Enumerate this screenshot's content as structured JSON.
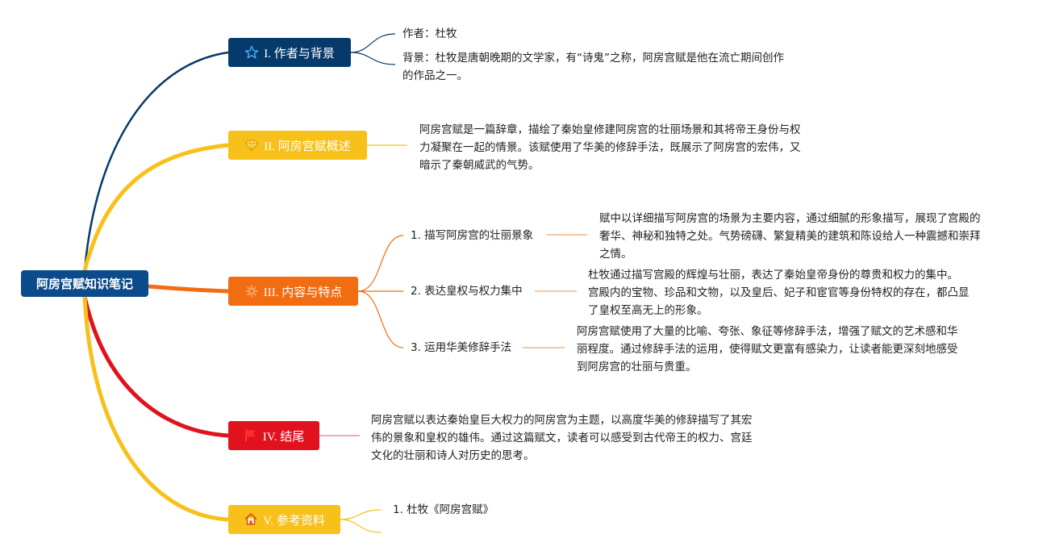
{
  "root": {
    "label": "阿房宫赋知识笔记"
  },
  "branches": [
    {
      "label": "I. 作者与背景",
      "icon": "star-icon"
    },
    {
      "label": "II. 阿房宫赋概述",
      "icon": "diamond-icon"
    },
    {
      "label": "III. 内容与特点",
      "icon": "gear-icon"
    },
    {
      "label": "IV. 结尾",
      "icon": "flag-icon"
    },
    {
      "label": "V. 参考资料",
      "icon": "home-icon"
    }
  ],
  "author": {
    "author_line": "作者：杜牧",
    "background_line1": "背景：杜牧是唐朝晚期的文学家，有“诗鬼”之称，阿房宫赋是他在流亡期间创作",
    "background_line2": "的作品之一。"
  },
  "overview": {
    "line1": "阿房宫赋是一篇辞章，描绘了秦始皇修建阿房宫的壮丽场景和其将帝王身份与权",
    "line2": "力凝聚在一起的情景。该赋使用了华美的修辞手法，既展示了阿房宫的宏伟，又",
    "line3": "暗示了秦朝威武的气势。"
  },
  "content": [
    {
      "label": "1. 描写阿房宫的壮丽景象",
      "lines": [
        "赋中以详细描写阿房宫的场景为主要内容，通过细腻的形象描写，展现了宫殿的",
        "奢华、神秘和独特之处。气势磅礴、繁复精美的建筑和陈设给人一种震撼和崇拜",
        "之情。"
      ]
    },
    {
      "label": "2. 表达皇权与权力集中",
      "lines": [
        "杜牧通过描写宫殿的辉煌与壮丽，表达了秦始皇帝身份的尊贵和权力的集中。",
        "宫殿内的宝物、珍品和文物，以及皇后、妃子和宦官等身份特权的存在，都凸显",
        "了皇权至高无上的形象。"
      ]
    },
    {
      "label": "3. 运用华美修辞手法",
      "lines": [
        "阿房宫赋使用了大量的比喻、夸张、象征等修辞手法，增强了赋文的艺术感和华",
        "丽程度。通过修辞手法的运用，使得赋文更富有感染力，让读者能更深刻地感受",
        "到阿房宫的壮丽与贵重。"
      ]
    }
  ],
  "ending": {
    "line1": "阿房宫赋以表达秦始皇巨大权力的阿房宫为主题，以高度华美的修辞描写了其宏",
    "line2": "伟的景象和皇权的雄伟。通过这篇赋文，读者可以感受到古代帝王的权力、宫廷",
    "line3": "文化的壮丽和诗人对历史的思考。"
  },
  "references": {
    "item1": "1. 杜牧《阿房宫赋》"
  },
  "colors": {
    "root": "#0b4a8b",
    "branch1": "#063a6b",
    "branch2": "#f8c01a",
    "branch3": "#f26c12",
    "branch4": "#e1121e",
    "branch5": "#f8c01a"
  }
}
